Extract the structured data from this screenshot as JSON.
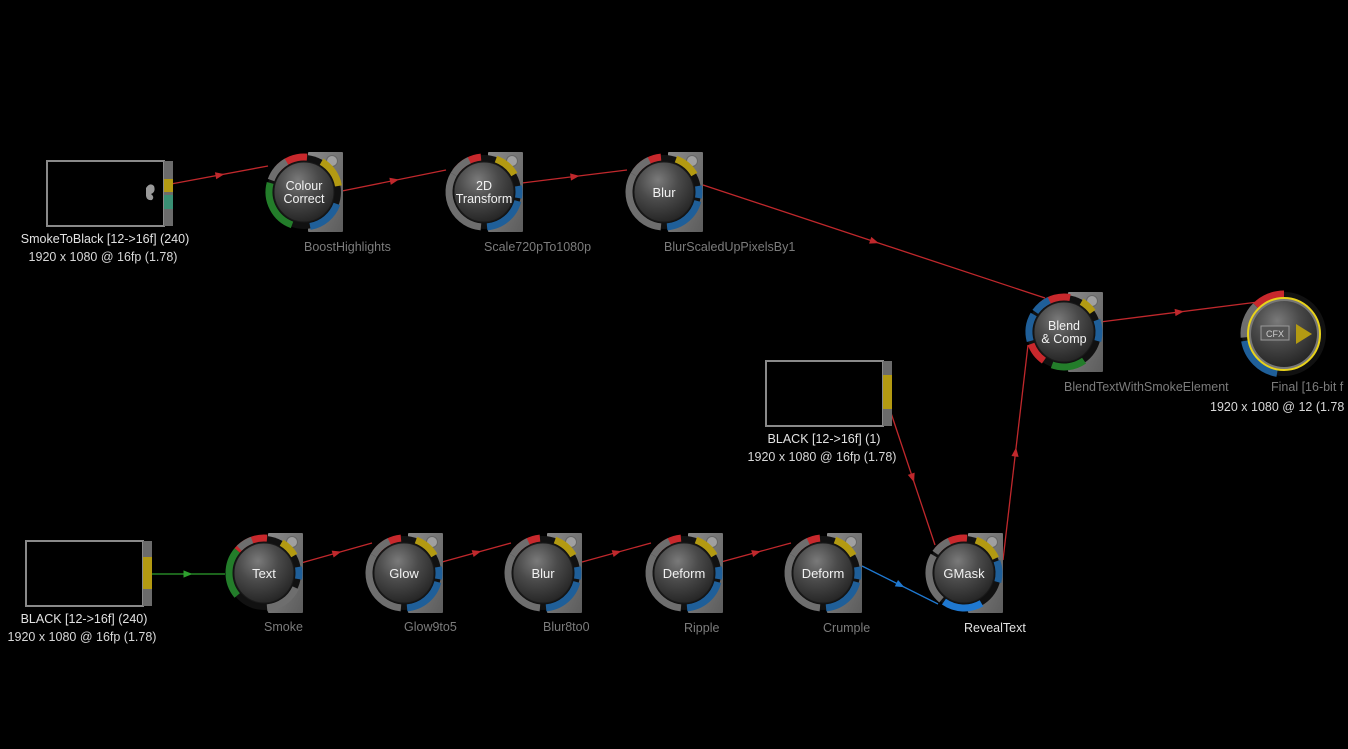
{
  "colors": {
    "background": "#000000",
    "link_red": "#c0282c",
    "link_green": "#2ea02e",
    "link_blue": "#1f78d0",
    "port_red": "#c8282c",
    "port_yellow": "#b39a12",
    "port_blue": "#1f5f99",
    "port_green": "#237d2a",
    "port_teal": "#3a8f74",
    "ring_gray": "#6e6e6e",
    "render_highlight": "#e8d21a"
  },
  "nodes": {
    "smoke_clip": {
      "title": "SmokeToBlack [12->16f] (240)",
      "info": "1920 x 1080 @ 16fp (1.78)"
    },
    "colour_correct": {
      "label_line1": "Colour",
      "label_line2": "Correct",
      "name": "BoostHighlights"
    },
    "transform_2d": {
      "label_line1": "2D",
      "label_line2": "Transform",
      "name": "Scale720pTo1080p"
    },
    "blur_top": {
      "label": "Blur",
      "name": "BlurScaledUpPixelsBy1"
    },
    "blend_comp": {
      "label_line1": "Blend",
      "label_line2": "& Comp",
      "name": "BlendTextWithSmokeElement"
    },
    "render": {
      "badge": "CFX",
      "name": "Final [16-bit f",
      "info": "1920 x 1080 @ 12 (1.78"
    },
    "black_clip_1": {
      "title": "BLACK [12->16f] (1)",
      "info": "1920 x 1080 @ 16fp (1.78)"
    },
    "black_clip_240": {
      "title": "BLACK [12->16f] (240)",
      "info": "1920 x 1080 @ 16fp (1.78)"
    },
    "text": {
      "label": "Text",
      "name": "Smoke"
    },
    "glow": {
      "label": "Glow",
      "name": "Glow9to5"
    },
    "blur_bottom": {
      "label": "Blur",
      "name": "Blur8to0"
    },
    "deform_ripple": {
      "label": "Deform",
      "name": "Ripple"
    },
    "deform_crumple": {
      "label": "Deform",
      "name": "Crumple"
    },
    "gmask": {
      "label": "GMask",
      "name": "RevealText"
    }
  }
}
